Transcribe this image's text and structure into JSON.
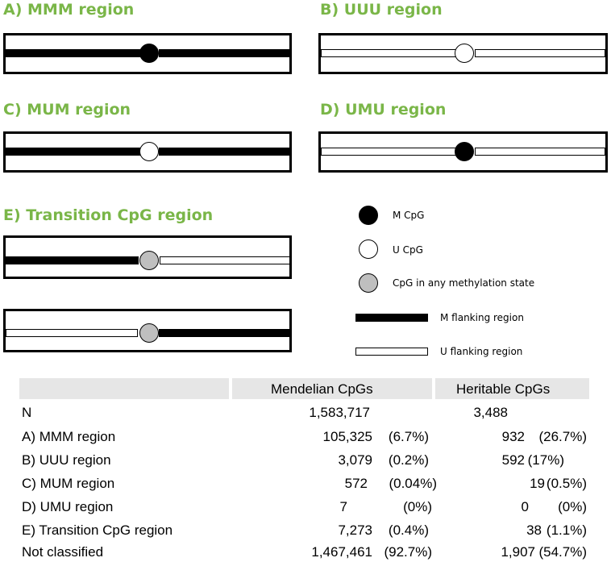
{
  "titles": {
    "a": "A) MMM region",
    "b": "B) UUU region",
    "c": "C) MUM region",
    "d": "D) UMU region",
    "e": "E)  Transition CpG region"
  },
  "legend": {
    "m_cpg": "M CpG",
    "u_cpg": "U CpG",
    "any_cpg": "CpG in any methylation state",
    "m_flank": "M flanking region",
    "u_flank": "U flanking region"
  },
  "colors": {
    "title_green": "#7ab648",
    "m_fill": "#000000",
    "u_fill": "#ffffff",
    "any_fill": "#bfbfbf",
    "table_header_bg": "#e6e6e6"
  },
  "table": {
    "headers": [
      "",
      "Mendelian CpGs",
      "Heritable CpGs"
    ],
    "rows": [
      {
        "label": "N",
        "mendelian": "1,583,717",
        "mendelian_pct": "",
        "heritable": "3,488",
        "heritable_pct": ""
      },
      {
        "label": "A) MMM region",
        "mendelian": "105,325",
        "mendelian_pct": "(6.7%)",
        "heritable": "932",
        "heritable_pct": "(26.7%)"
      },
      {
        "label": "B) UUU region",
        "mendelian": "3,079",
        "mendelian_pct": "(0.2%)",
        "heritable": "592",
        "heritable_pct": "(17%)"
      },
      {
        "label": "C) MUM region",
        "mendelian": "572",
        "mendelian_pct": "(0.04%)",
        "heritable": "19",
        "heritable_pct": "(0.5%)"
      },
      {
        "label": "D) UMU region",
        "mendelian": "7",
        "mendelian_pct": "(0%)",
        "heritable": "0",
        "heritable_pct": "(0%)"
      },
      {
        "label": "E) Transition CpG region",
        "mendelian": "7,273",
        "mendelian_pct": "(0.4%)",
        "heritable": "38",
        "heritable_pct": "(1.1%)"
      },
      {
        "label": "Not classified",
        "mendelian": "1,467,461",
        "mendelian_pct": "(92.7%)",
        "heritable": "1,907",
        "heritable_pct": "(54.7%)"
      }
    ]
  }
}
